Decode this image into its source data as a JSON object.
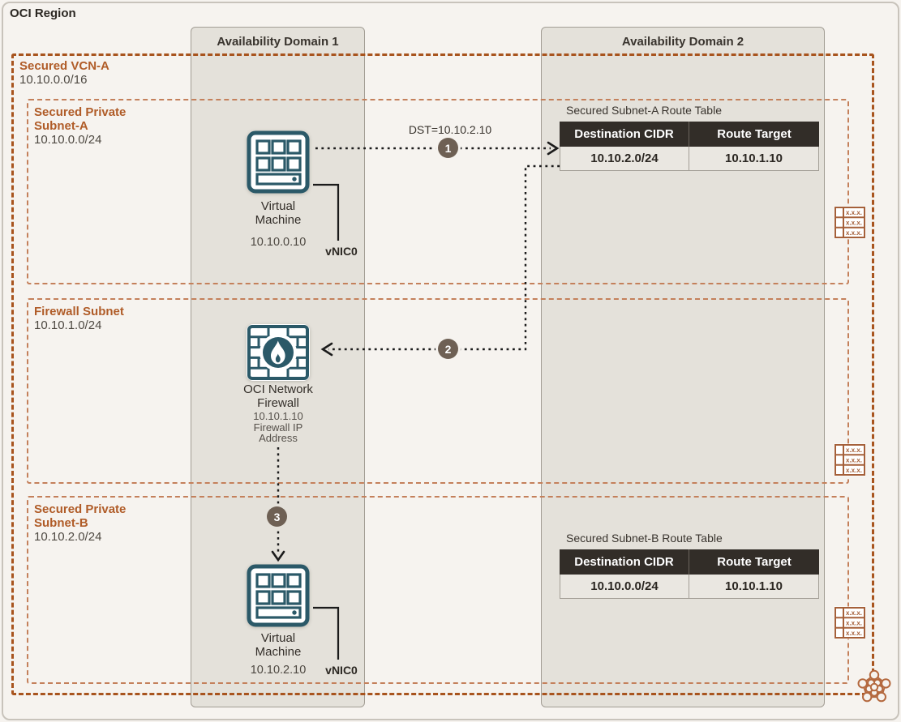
{
  "region": {
    "title": "OCI Region"
  },
  "availability_domains": [
    {
      "label": "Availability Domain 1"
    },
    {
      "label": "Availability Domain 2"
    }
  ],
  "vcn": {
    "name": "Secured VCN-A",
    "cidr": "10.10.0.0/16"
  },
  "subnets": [
    {
      "name_line1": "Secured Private",
      "name_line2": "Subnet-A",
      "cidr": "10.10.0.0/24"
    },
    {
      "name_line1": "Firewall Subnet",
      "cidr": "10.10.1.0/24"
    },
    {
      "name_line1": "Secured Private",
      "name_line2": "Subnet-B",
      "cidr": "10.10.2.0/24"
    }
  ],
  "nodes": {
    "vm_a": {
      "name_line1": "Virtual",
      "name_line2": "Machine",
      "ip": "10.10.0.10",
      "nic_label": "vNIC0"
    },
    "firewall": {
      "name_line1": "OCI Network",
      "name_line2": "Firewall",
      "ip": "10.10.1.10",
      "role_line1": "Firewall IP",
      "role_line2": "Address"
    },
    "vm_b": {
      "name_line1": "Virtual",
      "name_line2": "Machine",
      "ip": "10.10.2.10",
      "nic_label": "vNIC0"
    }
  },
  "flow": {
    "dst_label": "DST=10.10.2.10",
    "step1": "1",
    "step2": "2",
    "step3": "3"
  },
  "route_tables": [
    {
      "title": "Secured Subnet-A Route Table",
      "headers": [
        "Destination CIDR",
        "Route Target"
      ],
      "rows": [
        [
          "10.10.2.0/24",
          "10.10.1.10"
        ]
      ]
    },
    {
      "title": "Secured Subnet-B Route Table",
      "headers": [
        "Destination CIDR",
        "Route Target"
      ],
      "rows": [
        [
          "10.10.0.0/24",
          "10.10.1.10"
        ]
      ]
    }
  ],
  "decor": {
    "route_table_icon_text": "x.x.x."
  },
  "colors": {
    "background": "#F6F3EF",
    "vcn_border": "#A8541E",
    "subnet_border": "#C4805B",
    "accent_text": "#B05C28",
    "teal": "#2B5968",
    "step_badge": "#6E6054",
    "table_header_bg": "#322D28",
    "icon_brown": "#A5603A"
  }
}
